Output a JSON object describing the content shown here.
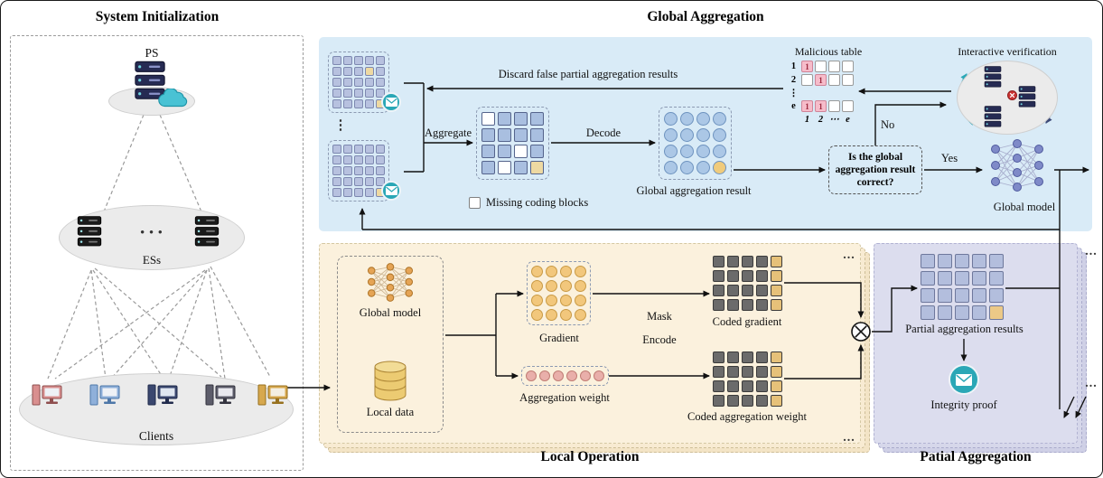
{
  "colors": {
    "panel_blue": "#d9ebf7",
    "panel_orange": "#fbf1dd",
    "panel_purple": "#dcddee",
    "accent_teal": "#2aa7b6",
    "missing_white": "#ffffff",
    "highlight_pink": "#f6bcca",
    "coded_yellow": "#e6c179"
  },
  "titles": {
    "system_init": "System Initialization",
    "global_agg": "Global Aggregation",
    "local_op": "Local Operation",
    "partial_agg": "Patial Aggregation"
  },
  "system_init": {
    "ps_label": "PS",
    "es_label": "ESs",
    "es_dots": "• • •",
    "clients_label": "Clients"
  },
  "global_agg": {
    "discard_label": "Discard false partial aggregation results",
    "aggregate_label": "Aggregate",
    "decode_label": "Decode",
    "missing_legend": "Missing coding blocks",
    "result_label": "Global aggregation result",
    "decision_label": "Is the global aggregation result correct?",
    "no_label": "No",
    "yes_label": "Yes",
    "global_model_label": "Global model",
    "interactive_label": "Interactive verification",
    "malicious_table_title": "Malicious table",
    "between_grids_dots": "⋮",
    "mal_table": {
      "rows": [
        {
          "label": "1",
          "cells": [
            {
              "v": "1",
              "hl": true
            },
            {
              "v": ""
            },
            {
              "v": ""
            },
            {
              "v": ""
            }
          ]
        },
        {
          "label": "2",
          "cells": [
            {
              "v": ""
            },
            {
              "v": "1",
              "hl": true
            },
            {
              "v": ""
            },
            {
              "v": ""
            }
          ]
        },
        {
          "label": "⋮",
          "dots": true
        },
        {
          "label": "e",
          "cells": [
            {
              "v": "1",
              "hl": true
            },
            {
              "v": "1",
              "hl": true
            },
            {
              "v": ""
            },
            {
              "v": ""
            }
          ]
        }
      ],
      "col_labels": [
        "1",
        "2",
        "⋯",
        "e"
      ]
    }
  },
  "local_op": {
    "global_model_label": "Global model",
    "local_data_label": "Local data",
    "gradient_label": "Gradient",
    "weight_label": "Aggregation weight",
    "mask_label": "Mask",
    "encode_label": "Encode",
    "coded_gradient_label": "Coded gradient",
    "coded_weight_label": "Coded aggregation weight",
    "stack_dots": "..."
  },
  "partial_agg": {
    "results_label": "Partial aggregation results",
    "integrity_label": "Integrity proof",
    "stack_dots": "..."
  },
  "grids": {
    "in1": {
      "rows": 5,
      "cols": 5,
      "size": 10,
      "gap": 2,
      "shape": "square",
      "fill": "#b7c1df",
      "border": "#7d88b0",
      "overrides": {
        "1,3": "#eed9a2",
        "4,4": "#eed9a2"
      }
    },
    "in2": {
      "rows": 5,
      "cols": 5,
      "size": 10,
      "gap": 2,
      "shape": "square",
      "fill": "#b7c1df",
      "border": "#7d88b0",
      "overrides": {
        "4,4": "#eed9a2"
      }
    },
    "agg": {
      "rows": 4,
      "cols": 4,
      "size": 15,
      "gap": 3,
      "shape": "square",
      "fill": "#a9bfe0",
      "border": "#55648c",
      "overrides": {
        "0,0": "#ffffff",
        "2,2": "#ffffff",
        "3,1": "#ffffff",
        "3,3": "#eed9a2"
      }
    },
    "result": {
      "rows": 4,
      "cols": 4,
      "size": 15,
      "gap": 3,
      "shape": "circle",
      "fill": "#abc7e6",
      "border": "#6e93bf",
      "overrides": {
        "3,3": "#f0cb7c"
      }
    },
    "gradient": {
      "rows": 4,
      "cols": 4,
      "size": 13,
      "gap": 3,
      "shape": "circle",
      "fill": "#f2c77c",
      "border": "#c99a44",
      "overrides": {}
    },
    "weight": {
      "rows": 1,
      "cols": 6,
      "size": 12,
      "gap": 3,
      "shape": "circle",
      "fill": "#e9afaa",
      "border": "#c17d75",
      "overrides": {}
    },
    "coded_grad": {
      "rows": 4,
      "cols": 5,
      "size": 13,
      "gap": 3,
      "shape": "square",
      "fill": "#6b6b6b",
      "border": "#3b3b3b",
      "overrides": {
        "0,4": "#e6c179",
        "1,4": "#e6c179",
        "2,4": "#e6c179",
        "3,4": "#e6c179"
      }
    },
    "coded_weight": {
      "rows": 4,
      "cols": 5,
      "size": 13,
      "gap": 3,
      "shape": "square",
      "fill": "#6b6b6b",
      "border": "#3b3b3b",
      "overrides": {
        "0,4": "#e6c179",
        "1,4": "#e6c179",
        "2,4": "#e6c179",
        "3,4": "#e6c179"
      }
    },
    "partial": {
      "rows": 4,
      "cols": 5,
      "size": 16,
      "gap": 3,
      "shape": "square",
      "fill": "#b3bedd",
      "border": "#6e789c",
      "overrides": {
        "3,4": "#ecc987"
      }
    }
  }
}
